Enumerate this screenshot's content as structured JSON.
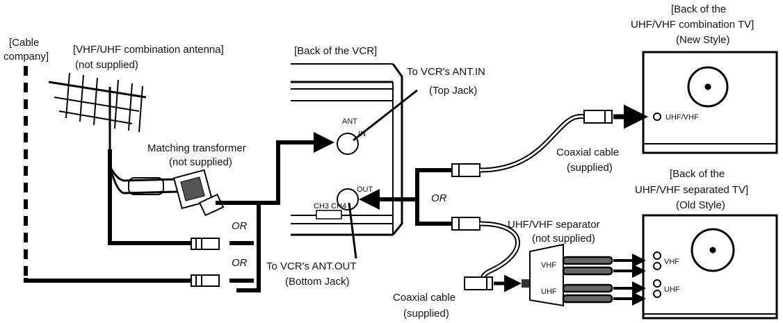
{
  "labels": {
    "cable_company_1": "[Cable",
    "cable_company_2": "company]",
    "antenna_1": "[VHF/UHF combination antenna]",
    "antenna_2": "(not supplied)",
    "matching_1": "Matching transformer",
    "matching_2": "(not supplied)",
    "vcr_back": "[Back of the VCR]",
    "ant_in_1": "To VCR's ANT.IN",
    "ant_in_2": "(Top Jack)",
    "ant_out_1": "To VCR's ANT.OUT",
    "ant_out_2": "(Bottom Jack)",
    "jack_ant": "ANT",
    "jack_in": "IN",
    "jack_out": "OUT",
    "ch_switch": "CH3 CH4",
    "or_1": "OR",
    "or_2": "OR",
    "or_3": "OR",
    "new_tv_1": "[Back of the",
    "new_tv_2": "UHF/VHF combination TV]",
    "new_tv_3": "(New Style)",
    "uhf_vhf_port": "UHF/VHF",
    "coax_top_1": "Coaxial cable",
    "coax_top_2": "(supplied)",
    "old_tv_1": "[Back of the",
    "old_tv_2": "UHF/VHF separated TV]",
    "old_tv_3": "(Old Style)",
    "separator_1": "UHF/VHF separator",
    "separator_2": "(not supplied)",
    "sep_vhf": "VHF",
    "sep_uhf": "UHF",
    "tv_vhf": "VHF",
    "tv_uhf": "UHF",
    "coax_bottom_1": "Coaxial cable",
    "coax_bottom_2": "(supplied)"
  },
  "colors": {
    "ink": "#111111",
    "line": "#000000",
    "background": "#ffffff"
  }
}
